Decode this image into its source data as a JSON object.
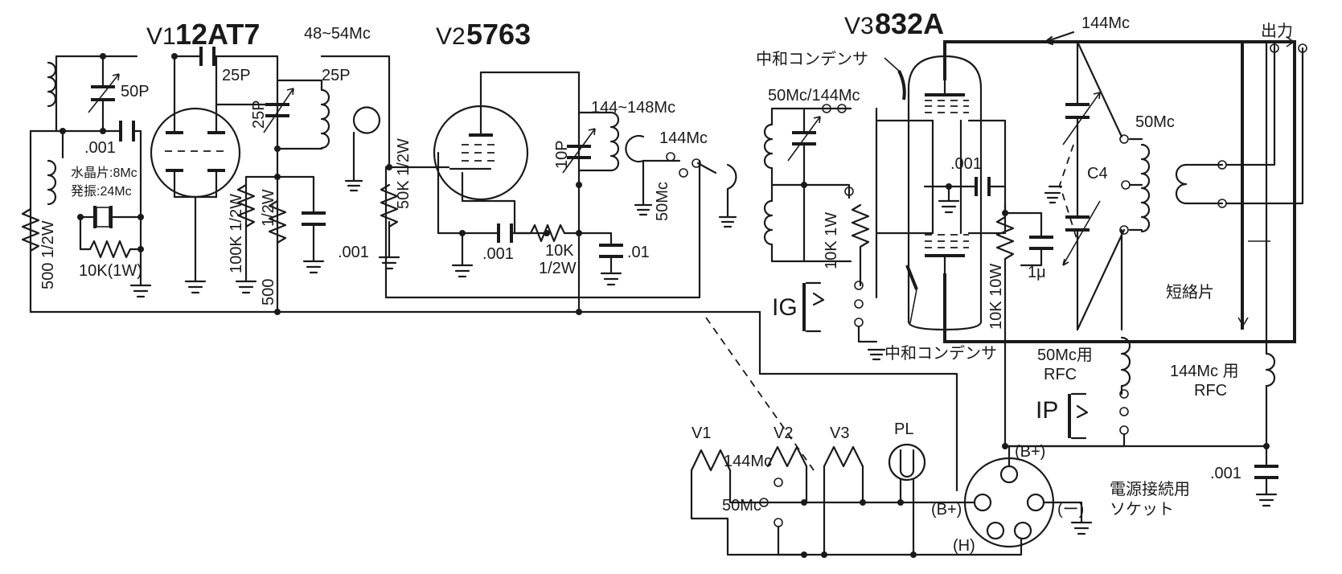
{
  "tubes": {
    "v1": {
      "ref": "V1",
      "type": "12AT7"
    },
    "v2": {
      "ref": "V2",
      "type": "5763"
    },
    "v3": {
      "ref": "V3",
      "type": "832A"
    }
  },
  "labels": {
    "c50p": "50P",
    "c001_a": ".001",
    "crystal": "水晶片:8Mc",
    "osc": "発振:24Mc",
    "r10k_1w_a": "10K(1W)",
    "r500_half": "500 1/2W",
    "c25p_a": "25P",
    "band1": "48~54Mc",
    "c25p_b": "25P",
    "c25p_var": "25P",
    "r100k": "100K 1/2W",
    "r_half": "1/2W",
    "r500": "500",
    "c001_b": ".001",
    "r50k": "50K 1/2W",
    "c001_c": ".001",
    "band2": "144~148Mc",
    "c10p": "10P",
    "r10k_half": "10K",
    "r10k_half_w": "1/2W",
    "c01": ".01",
    "sw_144_a": "144Mc",
    "sw_50_a": "50Mc",
    "neut_top": "中和コンデンサ",
    "band3": "50Mc/144Mc",
    "r10k_1w_b": "10K 1W",
    "ig": "IG",
    "neut_bottom": "中和コンデンサ",
    "c001_d": ".001",
    "r10k_10w": "10K 10W",
    "c1u": "1μ",
    "c4": "C4",
    "band4": "144Mc",
    "out_50": "50Mc",
    "output": "出力",
    "shorting_bar": "短絡片",
    "rfc50_a": "50Mc用",
    "rfc50_b": "RFC",
    "ip": "IP",
    "rfc144_a": "144Mc 用",
    "rfc144_b": "RFC",
    "c001_e": ".001",
    "heater_v1": "V1",
    "heater_v2": "V2",
    "heater_v3": "V3",
    "sw_144_b": "144Mc",
    "sw_50_b": "50Mc",
    "pilot": "PL",
    "pin_bplus_top": "(B+)",
    "pin_bplus_left": "(B+)",
    "pin_minus": "(ー)",
    "pin_h": "(H)",
    "socket_a": "電源接続用",
    "socket_b": "ソケット"
  }
}
